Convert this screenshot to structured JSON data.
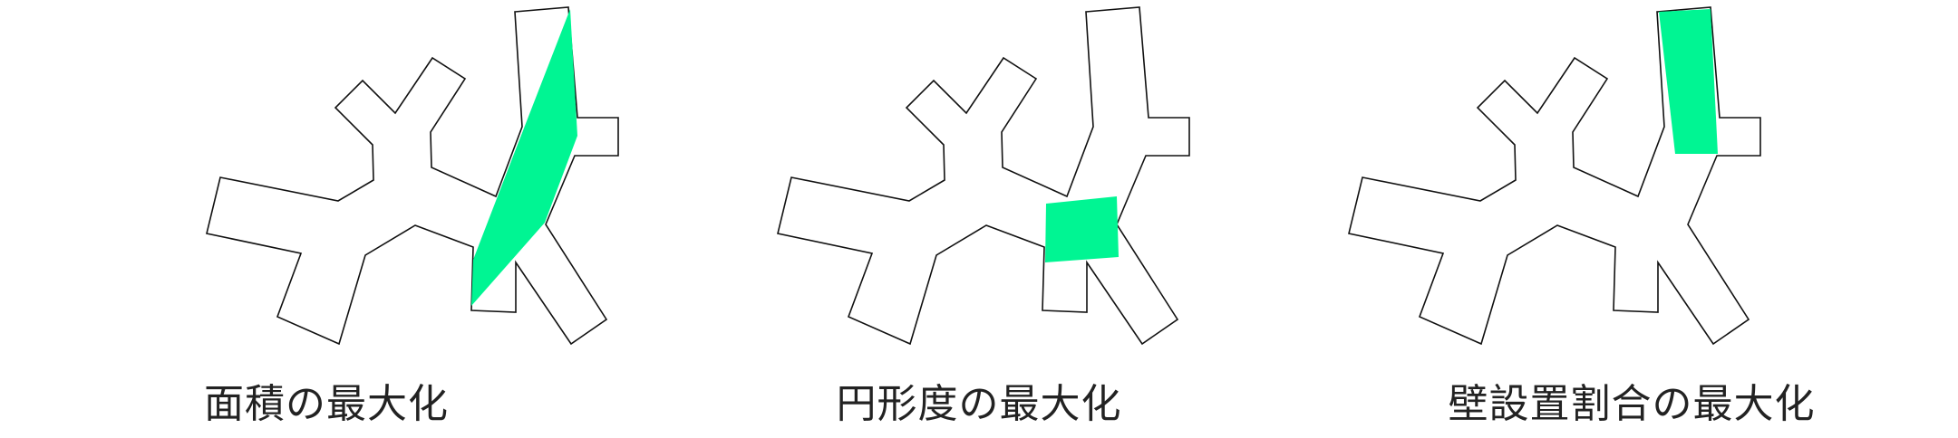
{
  "colors": {
    "highlight": "#00f593",
    "outline": "#111111"
  },
  "panels": [
    {
      "caption": "面積の最大化"
    },
    {
      "caption": "円形度の最大化"
    },
    {
      "caption": "壁設置割合の最大化"
    }
  ]
}
